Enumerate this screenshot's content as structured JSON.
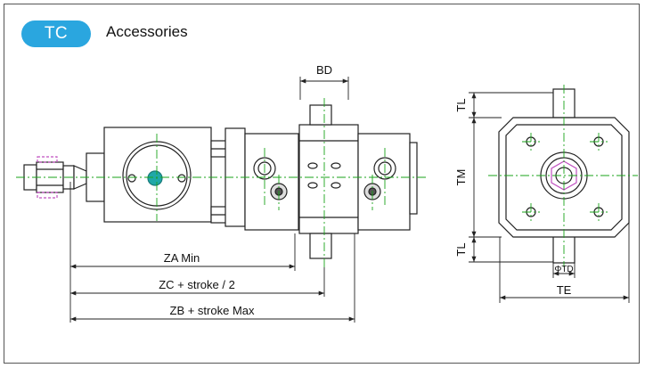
{
  "header": {
    "badge": "TC",
    "title": "Accessories"
  },
  "dimensions": {
    "bd": "BD",
    "tl_top": "TL",
    "tm": "TM",
    "tl_bottom": "TL",
    "td": "ΦTD",
    "te": "TE",
    "za": "ZA Min",
    "zc": "ZC + stroke / 2",
    "zb": "ZB + stroke Max"
  },
  "colors": {
    "badge": "#2aa6df",
    "centerline": "#1aa31a",
    "nut": "#c050c0",
    "piston": "#20a8a8"
  }
}
